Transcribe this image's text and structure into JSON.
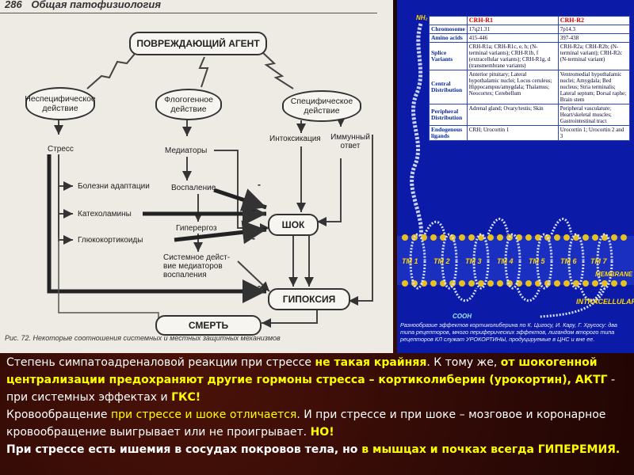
{
  "left_figure": {
    "page_number": "286",
    "page_title": "Общая патофизиология",
    "nodes": {
      "agent": "ПОВРЕЖДАЮЩИЙ АГЕНТ",
      "nonspecific": "Неспецифическое действие",
      "phlogogenic": "Флогогенное действие",
      "specific": "Специфическое действие",
      "stress": "Стресс",
      "mediators": "Медиаторы",
      "intoxication": "Интоксикация",
      "immune": "Иммунный ответ",
      "adaptation": "Болезни адаптации",
      "catecholamines": "Катехоламины",
      "glucocorticoids": "Глюкокортикоиды",
      "inflammation": "Воспаление",
      "hyperergy": "Гиперергоз",
      "system_mediators": "Системное дейст-вие медиаторов воспаления",
      "shock": "ШОК",
      "hypoxia": "ГИПОКСИЯ",
      "death": "СМЕРТЬ"
    },
    "minus_sign": "-",
    "caption": "Рис. 72. Некоторые соотношения системных и местных защитных механизмов"
  },
  "right_figure": {
    "nh2": "NH₂",
    "cooh": "COOH",
    "headers": [
      "CRH-R1",
      "CRH-R2"
    ],
    "rows": [
      {
        "label": "Chromosome",
        "r1": "17q21.31",
        "r2": "7p14.3"
      },
      {
        "label": "Amino acids",
        "r1": "415-446",
        "r2": "397-438"
      },
      {
        "label": "Splice Variants",
        "r1": "CRH-R1a; CRH-R1c, e, h; (N-terminal variants); CRH-R1b, f (extracellular variants); CRH-R1g, d (transmembrane variants)",
        "r2": "CRH-R2a; CRH-R2b; (N-terminal variant); CRH-R2c (N-terminal variant)"
      },
      {
        "label": "Central Distribution",
        "r1": "Anterior pituitary; Lateral hypothalamic nuclei; Locus ceruleus; Hippocampus/amygdala; Thalamus; Neocortex; Cerebellum",
        "r2": "Ventromedial hypothalamic nuclei; Amygdala; Bed nucleus; Stria terminalis; Lateral septum; Dorsal raphe; Brain stem"
      },
      {
        "label": "Peripheral Distribution",
        "r1": "Adrenal gland; Ovary/testis; Skin",
        "r2": "Peripheral vasculature; Heart/skeletal muscles; Gastrointestinal tract"
      },
      {
        "label": "Endogenous ligands",
        "r1": "CRH; Urocortin 1",
        "r2": "Urocortin 1; Urocortin 2 and 3"
      }
    ],
    "tm_labels": [
      "TM 1",
      "TM 2",
      "TM 3",
      "TM 4",
      "TM 5",
      "TM 6",
      "TM 7"
    ],
    "membrane": "MEMBRANE",
    "intracellular": "INTRACELLULAR",
    "caption": "Разнообразие эффектов кортиколиберина по К. Цигосу, И. Кару, Г. Хрусосу: два типа рецепторов, много периферических эффектов, лигандом второго типа рецепторов КЛ служат УРОКОРТИНЫ, продуцируемые в ЦНС и вне ее."
  },
  "text": {
    "p1a": "Степень симпатоадреналовой реакции при стрессе ",
    "p1b": "не такая крайняя",
    "p1c": ". К тому же, ",
    "p1d": "от шокогенной централизации предохраняют другие гормоны стресса – кортиколиберин (урокортин), АКТГ",
    "p1e": "  - при системных эффектах и ",
    "p1f": "ГКС!",
    "p2a": "Кровообращение ",
    "p2b": "при стрессе и шоке отличается",
    "p2c": ". И при стрессе и при шоке – мозговое и коронарное кровообращение выигрывает или не проигрывает. ",
    "p2d": "НО!",
    "p3a": "При стрессе есть ишемия в сосудах покровов тела, но ",
    "p3b": "в мышцах и почках всегда ГИПЕРЕМИЯ."
  },
  "colors": {
    "accent_yellow": "#ffff00",
    "background": "#2a0805",
    "figure_blue": "#0b1ba8"
  }
}
